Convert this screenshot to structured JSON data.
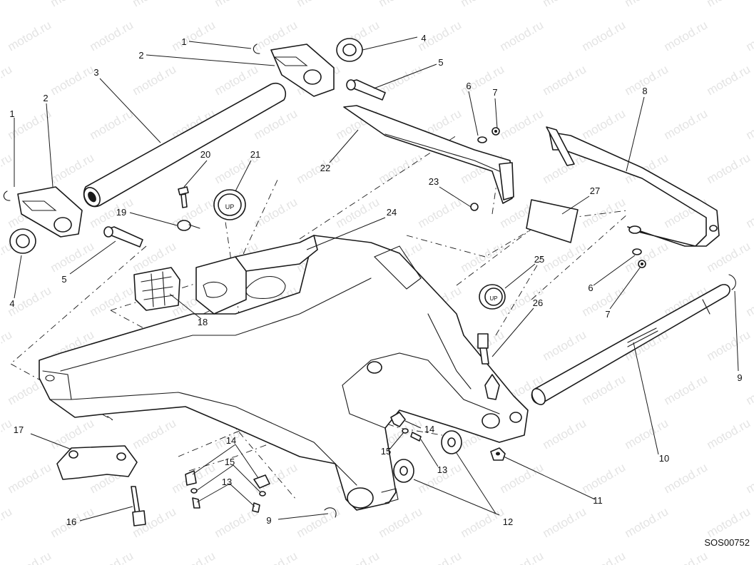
{
  "diagram": {
    "watermark_text": "motod.ru",
    "drawing_code": "SOS00752",
    "callouts": [
      "1",
      "2",
      "3",
      "4",
      "5",
      "6",
      "7",
      "8",
      "9",
      "10",
      "11",
      "12",
      "13",
      "14",
      "15",
      "16",
      "17",
      "18",
      "19",
      "20",
      "21",
      "22",
      "23",
      "24",
      "25",
      "26",
      "27"
    ]
  }
}
